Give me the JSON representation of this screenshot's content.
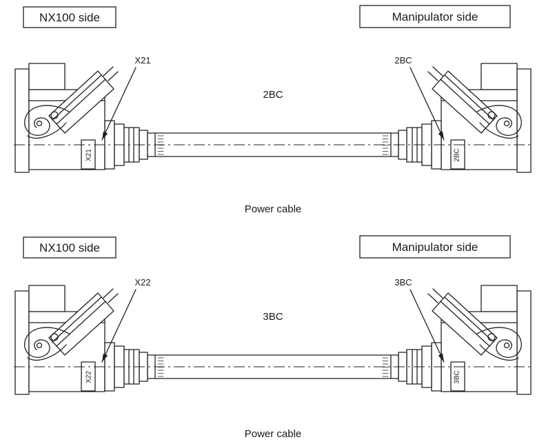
{
  "colors": {
    "line": "#1f1f1f",
    "background": "#ffffff"
  },
  "panels": [
    {
      "left_header": "NX100 side",
      "right_header": "Manipulator side",
      "left_connector_ref": "X21",
      "cable_label": "2BC",
      "right_connector_ref": "2BC",
      "left_plug_tag": "X21",
      "right_plug_tag": "2BC",
      "caption": "Power cable"
    },
    {
      "left_header": "NX100 side",
      "right_header": "Manipulator side",
      "left_connector_ref": "X22",
      "cable_label": "3BC",
      "right_connector_ref": "3BC",
      "left_plug_tag": "X22",
      "right_plug_tag": "3BC",
      "caption": "Power cable"
    }
  ]
}
